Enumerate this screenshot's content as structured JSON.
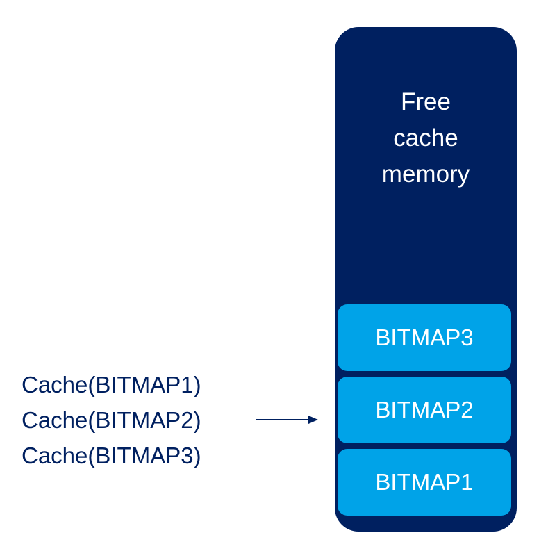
{
  "container": {
    "label": "Free\ncache\nmemory",
    "color": "#002060"
  },
  "blocks": [
    {
      "label": "BITMAP3"
    },
    {
      "label": "BITMAP2"
    },
    {
      "label": "BITMAP1"
    }
  ],
  "block_color": "#00a3e8",
  "calls": [
    "Cache(BITMAP1)",
    "Cache(BITMAP2)",
    "Cache(BITMAP3)"
  ],
  "arrow_icon": "arrow-right-icon"
}
